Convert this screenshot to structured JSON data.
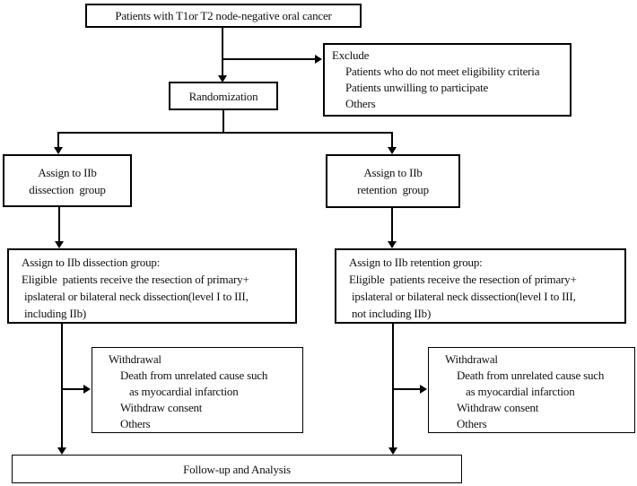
{
  "colors": {
    "background": "#ffffff",
    "line": "#000000",
    "text": "#111111"
  },
  "boxes": {
    "patients": {
      "text": "Patients with T1or T2 node-negative oral cancer"
    },
    "exclude": {
      "title": "Exclude",
      "items": [
        "Patients who do not meet eligibility criteria",
        "Patients unwilling to participate",
        "Others"
      ]
    },
    "randomization": {
      "text": "Randomization"
    },
    "assign_dissection": {
      "line1": "Assign to IIb",
      "line2": "dissection  group"
    },
    "assign_retention": {
      "line1": "Assign to IIb",
      "line2": "retention  group"
    },
    "detail_dissection": {
      "lines": [
        "Assign to IIb dissection group:",
        "Eligible  patients receive the resection of primary+",
        "ipslateral or bilateral neck dissection(level I to III,",
        "including IIb)"
      ]
    },
    "detail_retention": {
      "lines": [
        "Assign to IIb retention group:",
        "Eligible  patients receive the resection of primary+",
        "ipslateral or bilateral neck dissection(level I to III,",
        "not including IIb)"
      ]
    },
    "withdrawal_left": {
      "title": "Withdrawal",
      "items": [
        "Death from unrelated cause such",
        "as myocardial infarction",
        "Withdraw consent",
        "Others"
      ]
    },
    "withdrawal_right": {
      "title": "Withdrawal",
      "items": [
        "Death from unrelated cause such",
        "as myocardial infarction",
        "Withdraw consent",
        "Others"
      ]
    },
    "followup": {
      "text": "Follow-up and Analysis"
    }
  }
}
